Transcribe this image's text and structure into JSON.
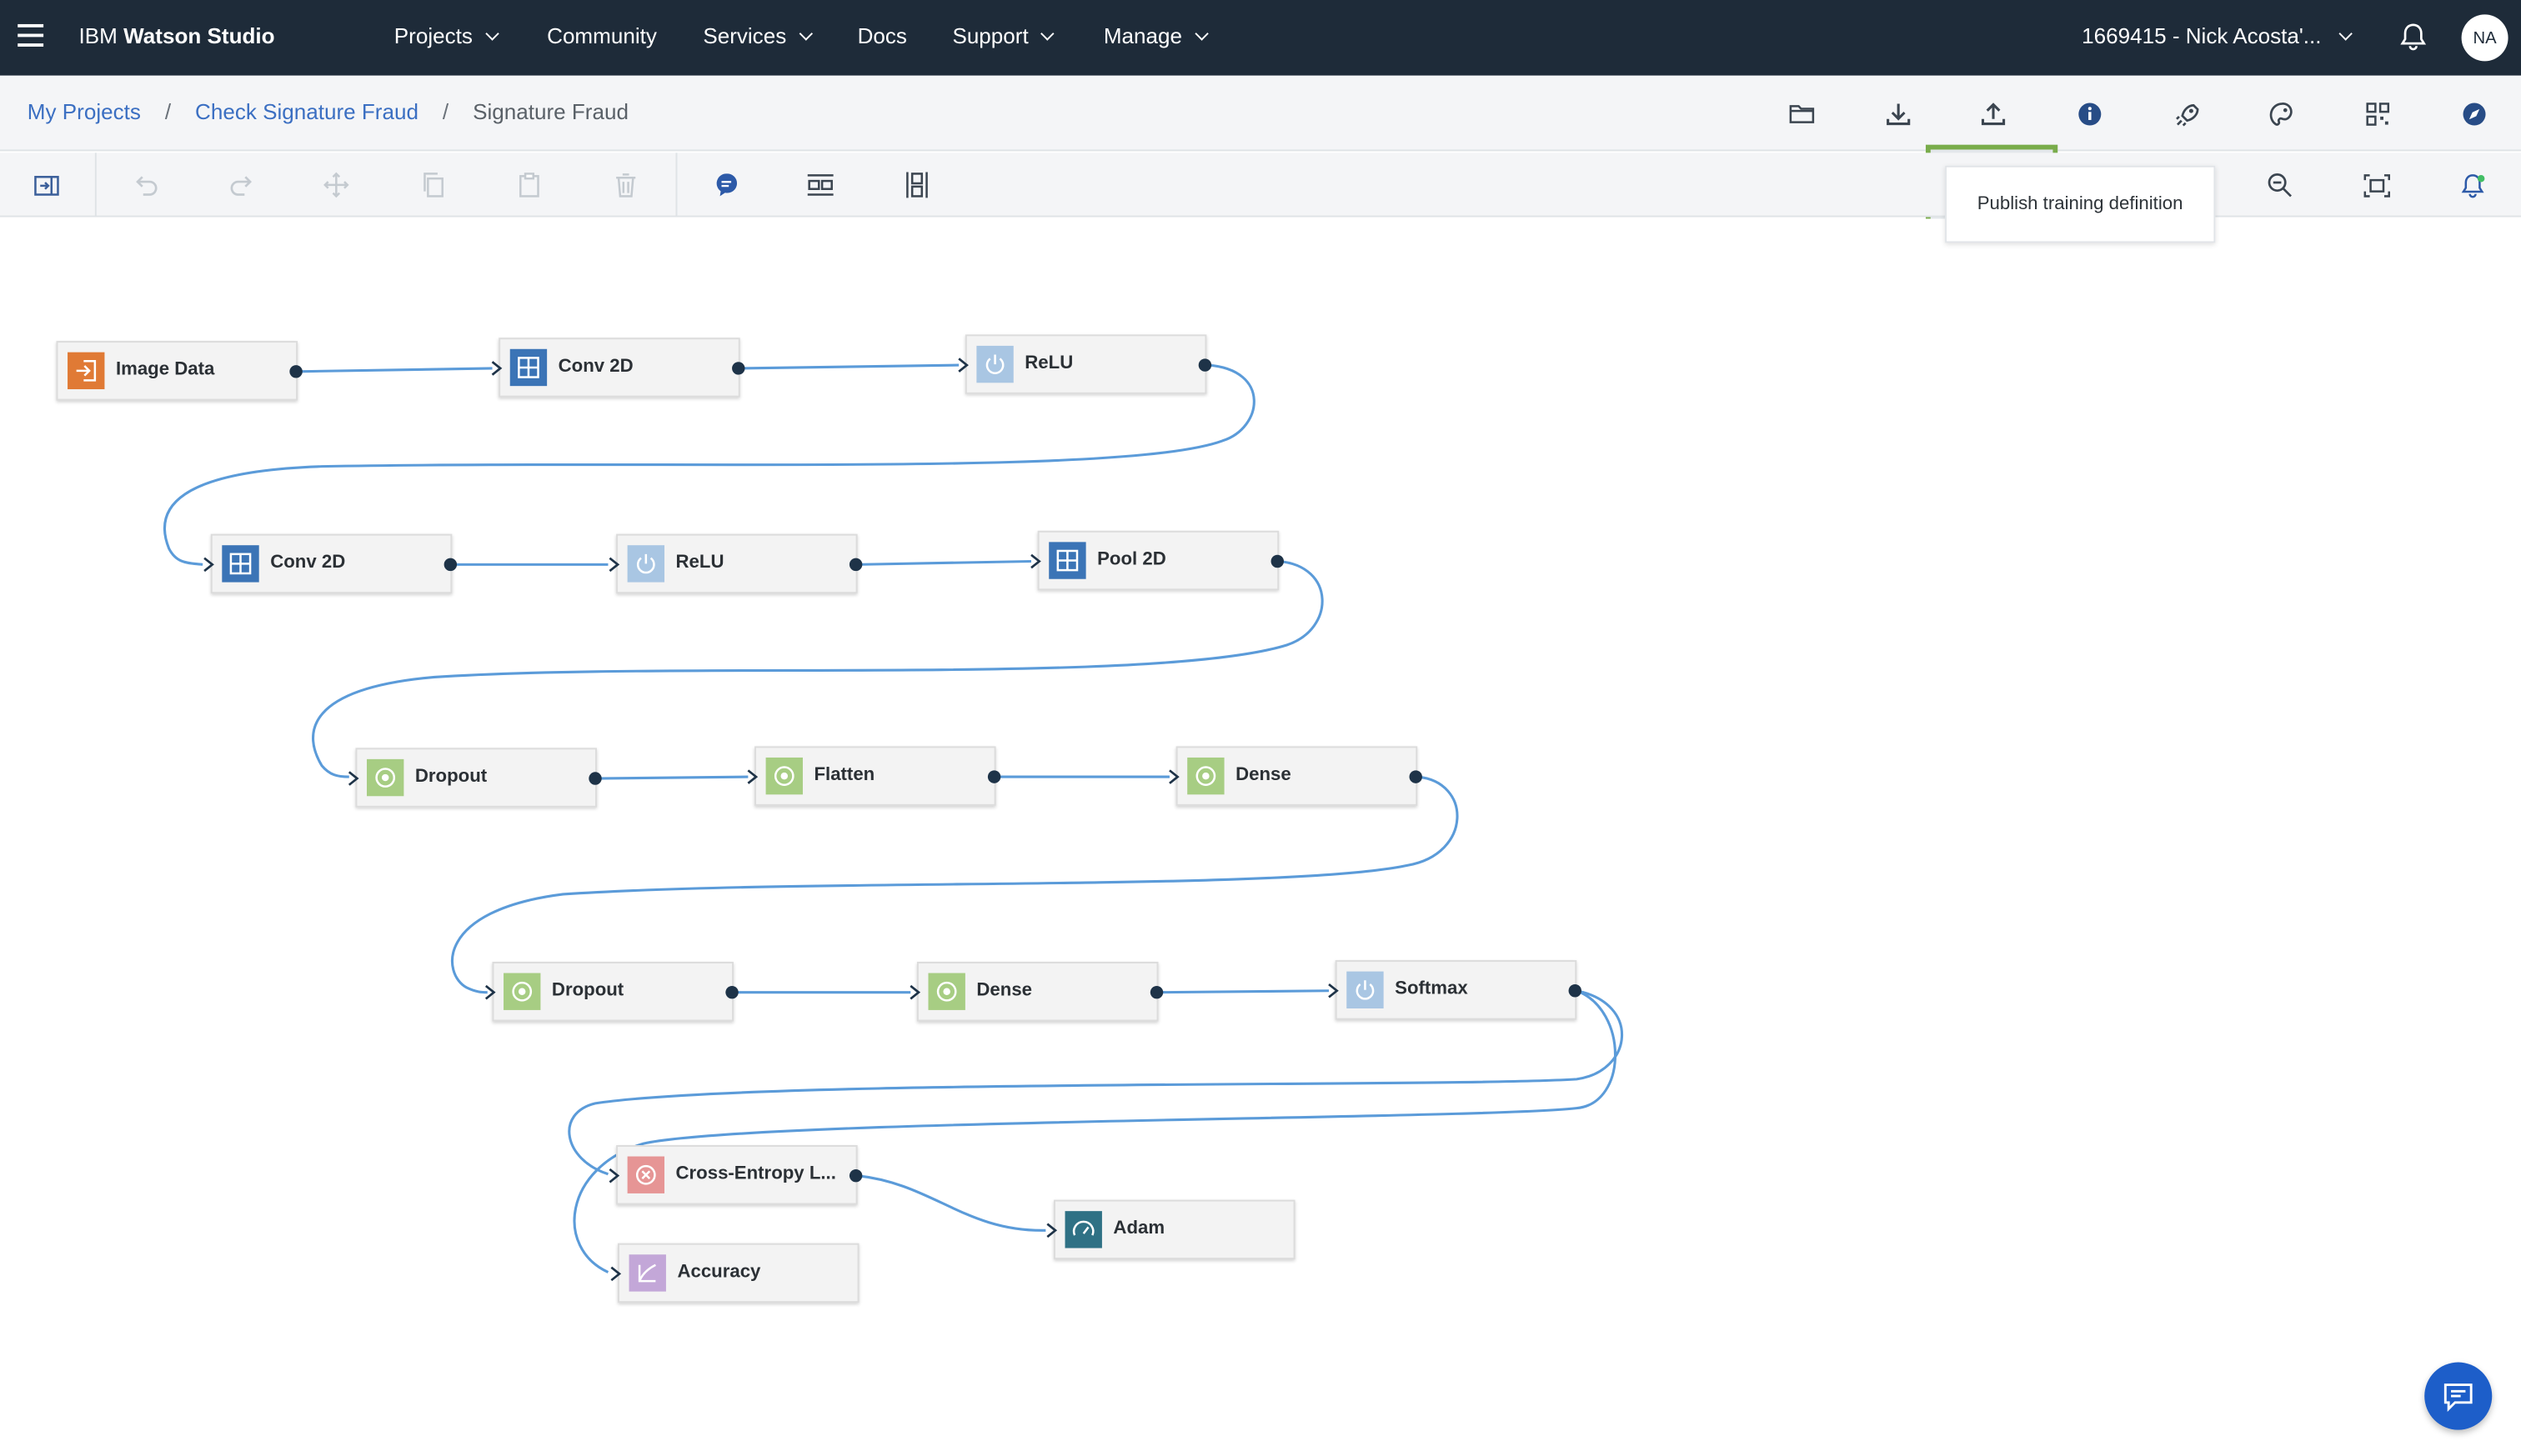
{
  "header": {
    "brand_prefix": "IBM",
    "brand_name": "Watson Studio",
    "nav": [
      {
        "label": "Projects",
        "dropdown": true
      },
      {
        "label": "Community",
        "dropdown": false
      },
      {
        "label": "Services",
        "dropdown": true
      },
      {
        "label": "Docs",
        "dropdown": false
      },
      {
        "label": "Support",
        "dropdown": true
      },
      {
        "label": "Manage",
        "dropdown": true
      }
    ],
    "account": "1669415 - Nick Acosta'...",
    "avatar_initials": "NA"
  },
  "breadcrumb": {
    "items": [
      "My Projects",
      "Check Signature Fraud"
    ],
    "current": "Signature Fraud",
    "separator": "/"
  },
  "actions": [
    {
      "name": "folder-icon"
    },
    {
      "name": "download-icon"
    },
    {
      "name": "upload-icon",
      "active": true
    },
    {
      "name": "info-icon"
    },
    {
      "name": "rocket-icon"
    },
    {
      "name": "palette-icon"
    },
    {
      "name": "qr-grid-icon"
    },
    {
      "name": "compass-icon"
    }
  ],
  "tooltip": {
    "text": "Publish training definition"
  },
  "toolbar": {
    "left_icons": [
      "toggle-palette-icon",
      "undo-icon",
      "redo-icon",
      "move-icon",
      "copy-icon",
      "paste-icon",
      "delete-icon",
      "comment-icon",
      "arrange-horizontal-icon",
      "arrange-vertical-icon"
    ],
    "right_icons": [
      "zoom-out-icon",
      "fit-to-screen-icon",
      "notification-icon"
    ]
  },
  "nodes": [
    {
      "id": "n1",
      "label": "Image Data",
      "kind": "input"
    },
    {
      "id": "n2",
      "label": "Conv 2D",
      "kind": "conv"
    },
    {
      "id": "n3",
      "label": "ReLU",
      "kind": "activation"
    },
    {
      "id": "n4",
      "label": "Conv 2D",
      "kind": "conv"
    },
    {
      "id": "n5",
      "label": "ReLU",
      "kind": "activation"
    },
    {
      "id": "n6",
      "label": "Pool 2D",
      "kind": "conv"
    },
    {
      "id": "n7",
      "label": "Dropout",
      "kind": "core"
    },
    {
      "id": "n8",
      "label": "Flatten",
      "kind": "core"
    },
    {
      "id": "n9",
      "label": "Dense",
      "kind": "core"
    },
    {
      "id": "n10",
      "label": "Dropout",
      "kind": "core"
    },
    {
      "id": "n11",
      "label": "Dense",
      "kind": "core"
    },
    {
      "id": "n12",
      "label": "Softmax",
      "kind": "activation"
    },
    {
      "id": "n13",
      "label": "Cross-Entropy L...",
      "kind": "loss"
    },
    {
      "id": "n14",
      "label": "Adam",
      "kind": "optimizer"
    },
    {
      "id": "n15",
      "label": "Accuracy",
      "kind": "metric"
    }
  ],
  "colors": {
    "topbar": "#1e2b39",
    "link": "#3b6fc2",
    "highlight": "#79ac4b",
    "edge": "#5b9bd9",
    "input": "#e07a35",
    "conv": "#3b74b6",
    "activation": "#a9c6e3",
    "core": "#a7cd83",
    "loss": "#e69595",
    "optimizer": "#2f7185",
    "metric": "#c3a7d8",
    "chat": "#1d5ec9"
  }
}
